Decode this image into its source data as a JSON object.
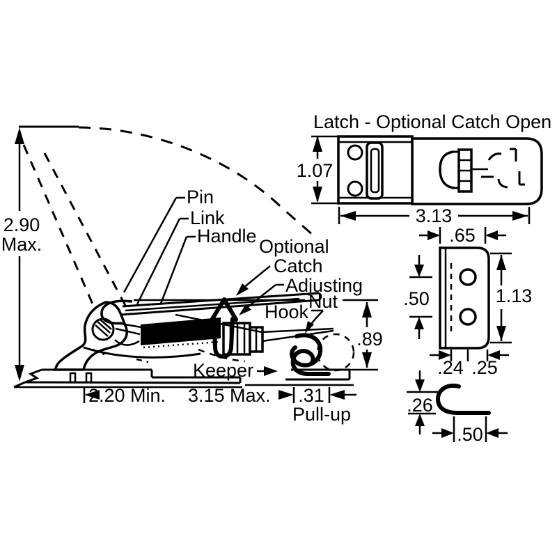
{
  "drawing_accent": "#000000",
  "background": "#ffffff",
  "main": {
    "labels": {
      "pin": "Pin",
      "link": "Link",
      "handle": "Handle",
      "optional_line1": "Optional",
      "optional_line2": "Catch",
      "adjusting_line1": "Adjusting",
      "adjusting_line2": "Nut",
      "hook": "Hook",
      "keeper": "Keeper"
    },
    "dims": {
      "open_height": "2.90",
      "open_height_qualifier": "Max.",
      "span_min": "2.20 Min.",
      "span_max": "3.15 Max.",
      "pull_up_value": ".31",
      "pull_up_label": "Pull-up",
      "engage_height": ".89"
    }
  },
  "top_view": {
    "title": "Latch - Optional Catch Open",
    "height": "1.07",
    "width": "3.13"
  },
  "keeper_front": {
    "width": ".65",
    "hole_spacing": ".50",
    "height": "1.13",
    "bend_to_hole": ".24",
    "hole_to_edge": ".25"
  },
  "keeper_side": {
    "thickness": ".26",
    "leg_length": ".50"
  }
}
